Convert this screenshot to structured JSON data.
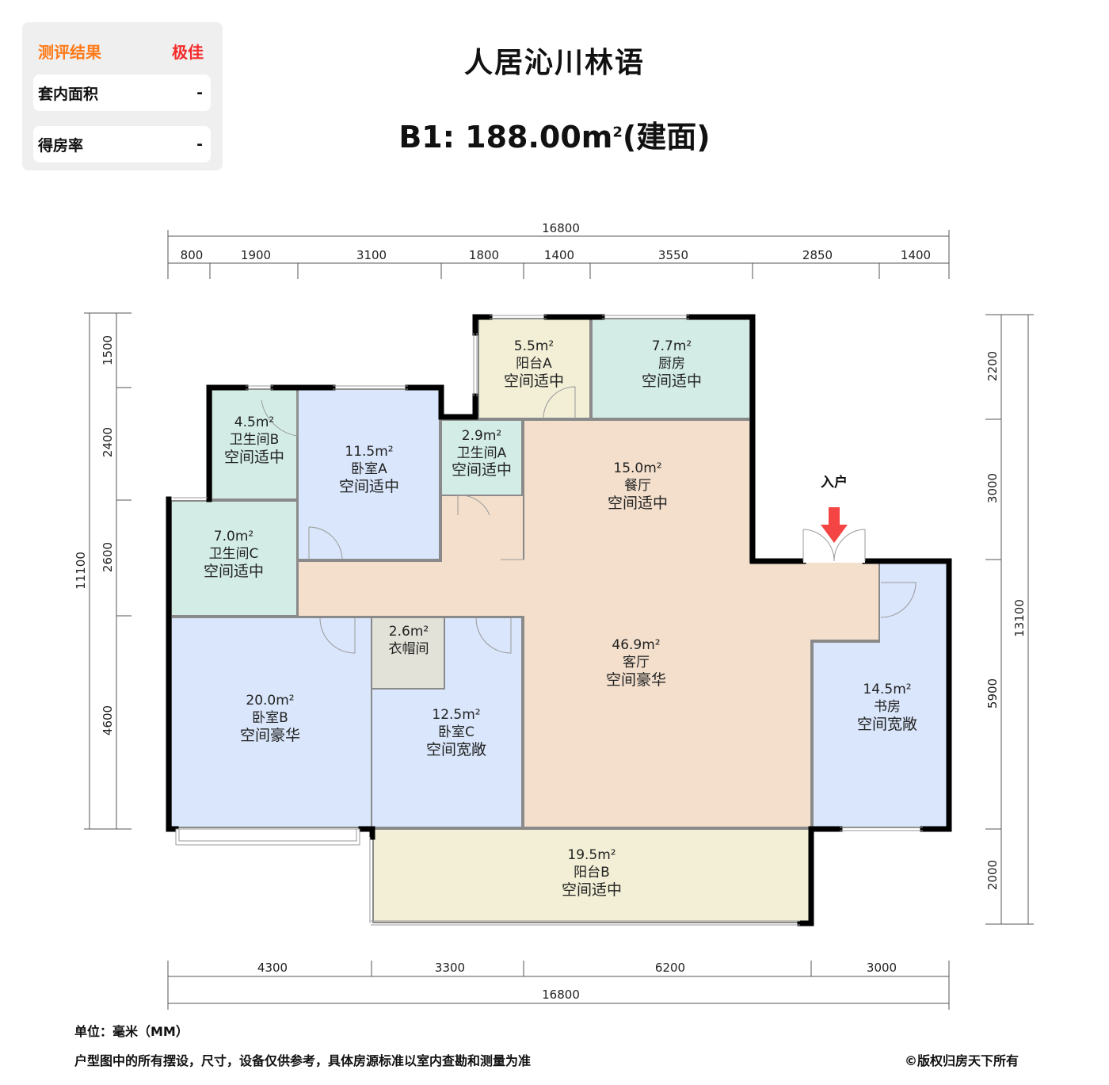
{
  "evaluation": {
    "title": "测评结果",
    "grade": "极佳",
    "grade_color": "#f52a2a",
    "title_color": "#ff7a1a",
    "rows": [
      {
        "label": "套内面积",
        "value": "-"
      },
      {
        "label": "得房率",
        "value": "-"
      }
    ]
  },
  "header": {
    "title": "人居沁川林语",
    "unit_prefix": "B1: 188.00m",
    "unit_sup": "2",
    "unit_suffix": "(建面)"
  },
  "dimensions": {
    "top_total": "16800",
    "top_segments": [
      "800",
      "1900",
      "3100",
      "1800",
      "1400",
      "3550",
      "2850",
      "1400"
    ],
    "bottom_segments": [
      "4300",
      "3300",
      "6200",
      "3000"
    ],
    "bottom_total": "16800",
    "left_segments": [
      "1500",
      "2400",
      "2600",
      "4600"
    ],
    "left_total": "11100",
    "right_segments": [
      "2200",
      "3000",
      "5900",
      "2000"
    ],
    "right_total": "13100"
  },
  "entrance": {
    "label": "入户",
    "arrow_color": "#f44444"
  },
  "rooms": [
    {
      "id": "balcony-a",
      "area": "5.5m²",
      "name": "阳台A",
      "rating": "空间适中",
      "color": "#f2efd6"
    },
    {
      "id": "kitchen",
      "area": "7.7m²",
      "name": "厨房",
      "rating": "空间适中",
      "color": "#d3ede6"
    },
    {
      "id": "bathroom-b",
      "area": "4.5m²",
      "name": "卫生间B",
      "rating": "空间适中",
      "color": "#d3ede6"
    },
    {
      "id": "bedroom-a",
      "area": "11.5m²",
      "name": "卧室A",
      "rating": "空间适中",
      "color": "#d9e6fb"
    },
    {
      "id": "bathroom-a",
      "area": "2.9m²",
      "name": "卫生间A",
      "rating": "空间适中",
      "color": "#d3ede6"
    },
    {
      "id": "dining",
      "area": "15.0m²",
      "name": "餐厅",
      "rating": "空间适中",
      "color": "#f3dfcc"
    },
    {
      "id": "bathroom-c",
      "area": "7.0m²",
      "name": "卫生间C",
      "rating": "空间适中",
      "color": "#d3ede6"
    },
    {
      "id": "cloakroom",
      "area": "2.6m²",
      "name": "衣帽间",
      "rating": "",
      "color": "#e2e2d8"
    },
    {
      "id": "bedroom-b",
      "area": "20.0m²",
      "name": "卧室B",
      "rating": "空间豪华",
      "color": "#d9e6fb"
    },
    {
      "id": "bedroom-c",
      "area": "12.5m²",
      "name": "卧室C",
      "rating": "空间宽敞",
      "color": "#d9e6fb"
    },
    {
      "id": "living",
      "area": "46.9m²",
      "name": "客厅",
      "rating": "空间豪华",
      "color": "#f3dfcc"
    },
    {
      "id": "study",
      "area": "14.5m²",
      "name": "书房",
      "rating": "空间宽敞",
      "color": "#d9e6fb"
    },
    {
      "id": "balcony-b",
      "area": "19.5m²",
      "name": "阳台B",
      "rating": "空间适中",
      "color": "#f2efd6"
    }
  ],
  "footer": {
    "unit_note": "单位：毫米（MM）",
    "disclaimer": "户型图中的所有摆设，尺寸，设备仅供参考，具体房源标准以室内查勘和测量为准",
    "copyright": "©版权归房天下所有"
  }
}
